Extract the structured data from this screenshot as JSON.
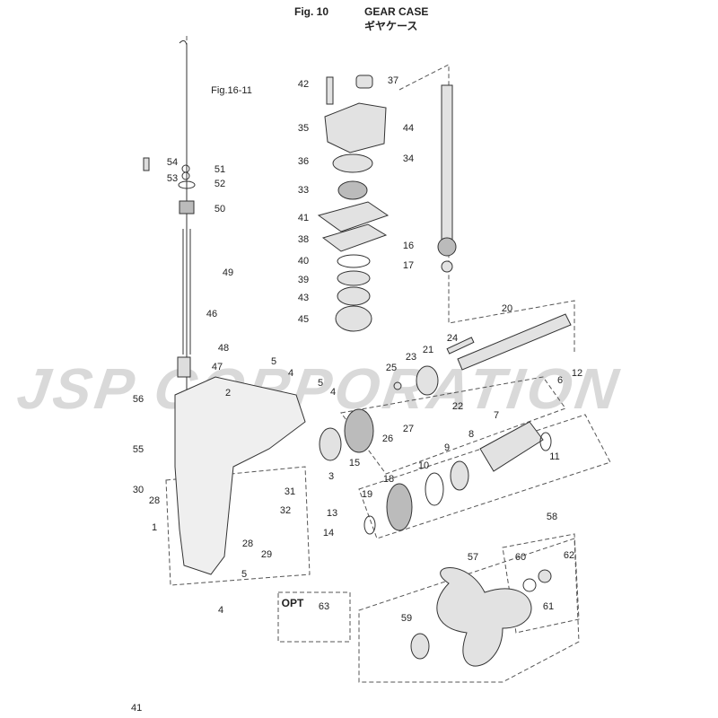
{
  "header": {
    "fig": "Fig. 10",
    "title": "GEAR CASE",
    "title_ja": "ギヤケース"
  },
  "watermark": "JSP CORPORATION",
  "page_number": "41",
  "opt_label": "OPT",
  "reference": "Fig.16-11",
  "callouts": [
    "42",
    "37",
    "35",
    "36",
    "33",
    "41",
    "38",
    "40",
    "39",
    "43",
    "45",
    "44",
    "34",
    "16",
    "17",
    "20",
    "24",
    "21",
    "23",
    "25",
    "22",
    "27",
    "26",
    "12",
    "6",
    "7",
    "8",
    "9",
    "10",
    "11",
    "15",
    "18",
    "19",
    "3",
    "5",
    "4",
    "5",
    "4",
    "2",
    "56",
    "55",
    "30",
    "28",
    "31",
    "32",
    "13",
    "14",
    "28",
    "29",
    "1",
    "5",
    "4",
    "63",
    "58",
    "57",
    "60",
    "62",
    "61",
    "59",
    "54",
    "53",
    "51",
    "52",
    "50",
    "49",
    "46",
    "48",
    "47"
  ]
}
